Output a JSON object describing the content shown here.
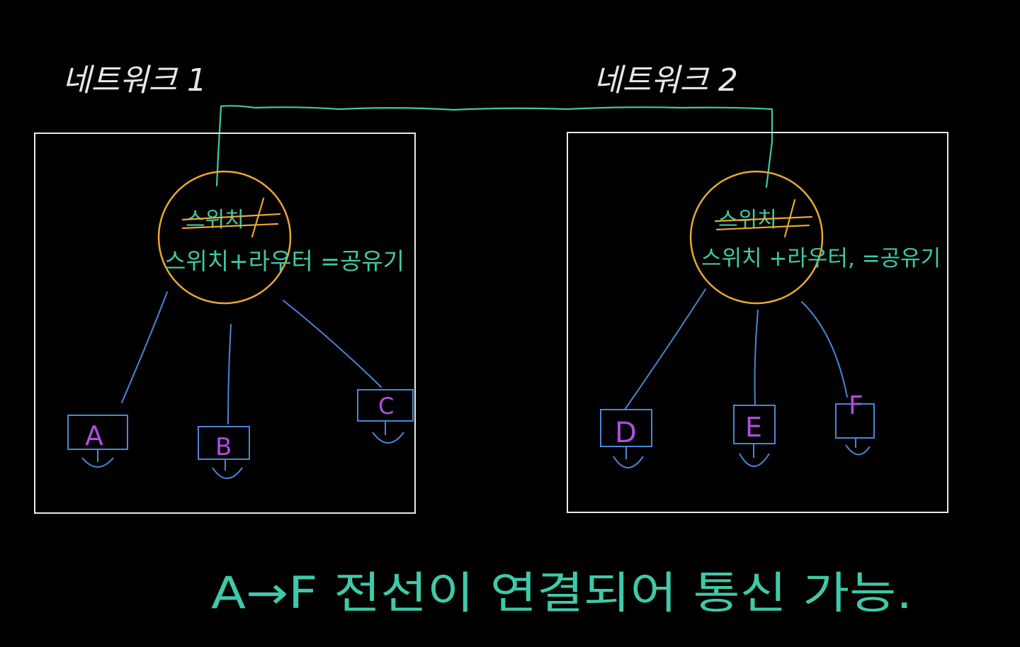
{
  "colors": {
    "background": "#000000",
    "box": "#e8e8e8",
    "router": "#e8a830",
    "cable": "#3fc9a8",
    "link": "#4a86d8",
    "device": "#b04ee0",
    "strike": "#e8a830",
    "text_white": "#e8e8e8"
  },
  "networks": [
    {
      "title": "네트워크 1",
      "router": {
        "struck_label": "스위치",
        "label": "스위치+라우터 =공유기"
      },
      "devices": [
        "A",
        "B",
        "C"
      ]
    },
    {
      "title": "네트워크 2",
      "router": {
        "struck_label": "스위치",
        "label": "스위치 +라우터, =공유기"
      },
      "devices": [
        "D",
        "E",
        "F"
      ]
    }
  ],
  "caption": "A→F 전선이 연결되어 통신 가능."
}
